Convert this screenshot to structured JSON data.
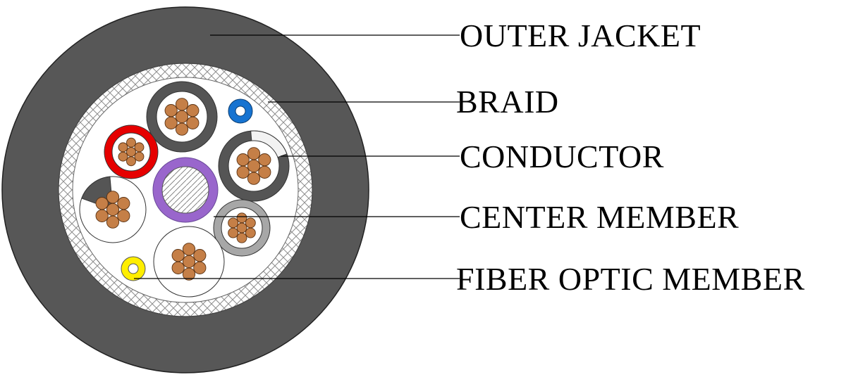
{
  "labels": {
    "outer_jacket": "OUTER JACKET",
    "braid": "BRAID",
    "conductor": "CONDUCTOR",
    "center_member": "CENTER MEMBER",
    "fiber_optic_member": "FIBER OPTIC MEMBER"
  },
  "colors": {
    "jacket": "#575757",
    "braid_background": "#ffffff",
    "braid_mesh": "#9a9a9a",
    "copper": "#c57f47",
    "red_insulation": "#e60000",
    "purple_center": "#9966cc",
    "blue_fiber": "#1673d1",
    "yellow_fiber": "#ffee00",
    "gray_insulation": "#a7a7a7",
    "dark_insulation": "#555555"
  }
}
